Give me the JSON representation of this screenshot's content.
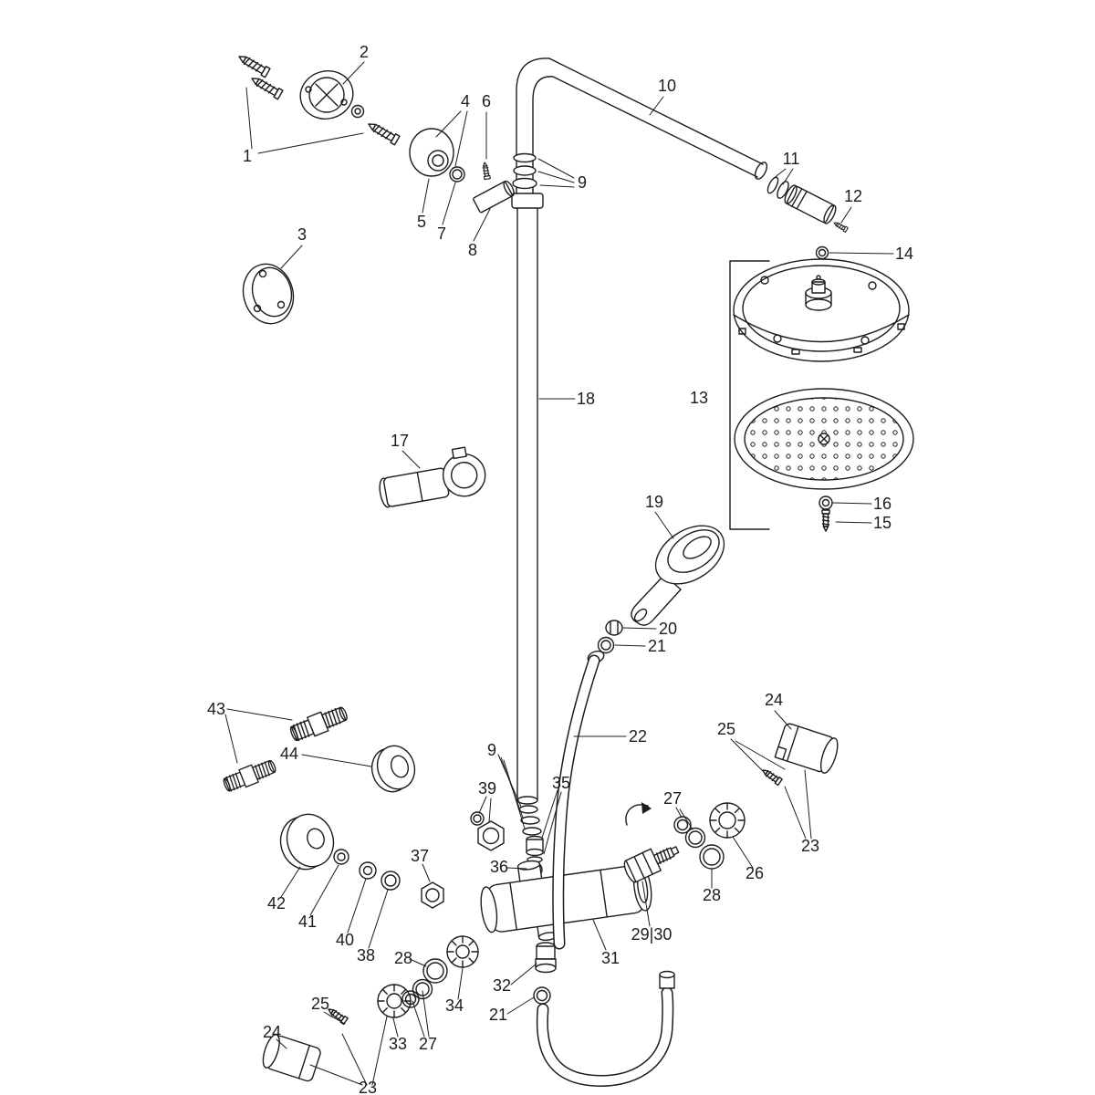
{
  "diagram": {
    "type": "exploded-parts-diagram",
    "background_color": "#ffffff",
    "line_color": "#1c1c1c",
    "callouts": [
      {
        "part": "2"
      },
      {
        "part": "1"
      },
      {
        "part": "4"
      },
      {
        "part": "6"
      },
      {
        "part": "5"
      },
      {
        "part": "7"
      },
      {
        "part": "8"
      },
      {
        "part": "9"
      },
      {
        "part": "10"
      },
      {
        "part": "11"
      },
      {
        "part": "12"
      },
      {
        "part": "14"
      },
      {
        "part": "13"
      },
      {
        "part": "3"
      },
      {
        "part": "18"
      },
      {
        "part": "17"
      },
      {
        "part": "19"
      },
      {
        "part": "16"
      },
      {
        "part": "15"
      },
      {
        "part": "20"
      },
      {
        "part": "21"
      },
      {
        "part": "22"
      },
      {
        "part": "43"
      },
      {
        "part": "44"
      },
      {
        "part": "9"
      },
      {
        "part": "35"
      },
      {
        "part": "39"
      },
      {
        "part": "37"
      },
      {
        "part": "36"
      },
      {
        "part": "42"
      },
      {
        "part": "41"
      },
      {
        "part": "40"
      },
      {
        "part": "38"
      },
      {
        "part": "28"
      },
      {
        "part": "24"
      },
      {
        "part": "25"
      },
      {
        "part": "27"
      },
      {
        "part": "23"
      },
      {
        "part": "26"
      },
      {
        "part": "28"
      },
      {
        "part": "29|30"
      },
      {
        "part": "31"
      },
      {
        "part": "32"
      },
      {
        "part": "34"
      },
      {
        "part": "21"
      },
      {
        "part": "25"
      },
      {
        "part": "24"
      },
      {
        "part": "33"
      },
      {
        "part": "27"
      },
      {
        "part": "23"
      }
    ]
  }
}
